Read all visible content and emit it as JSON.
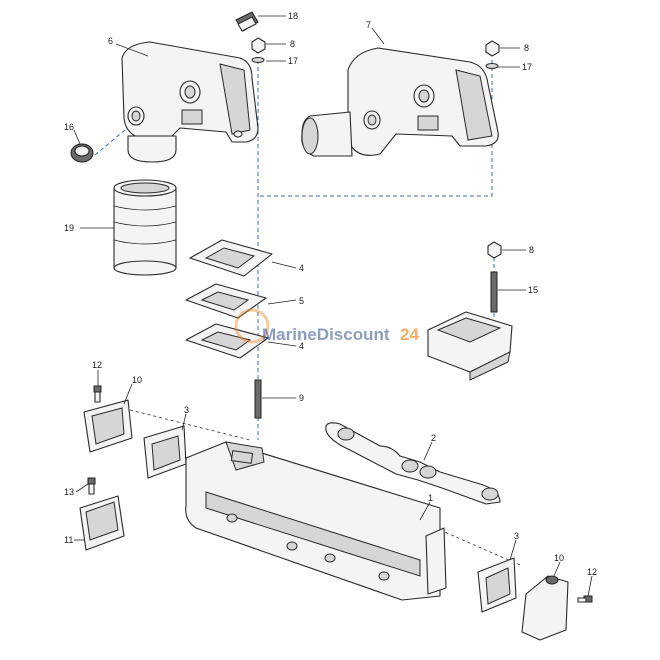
{
  "watermark": {
    "brand": "MarineDiscount",
    "suffix": "24"
  },
  "callouts": [
    {
      "id": "c18",
      "label": "18"
    },
    {
      "id": "c8a",
      "label": "8"
    },
    {
      "id": "c17a",
      "label": "17"
    },
    {
      "id": "c6",
      "label": "6"
    },
    {
      "id": "c7",
      "label": "7"
    },
    {
      "id": "c8b",
      "label": "8"
    },
    {
      "id": "c17b",
      "label": "17"
    },
    {
      "id": "c16",
      "label": "16"
    },
    {
      "id": "c19",
      "label": "19"
    },
    {
      "id": "c4a",
      "label": "4"
    },
    {
      "id": "c5",
      "label": "5"
    },
    {
      "id": "c4b",
      "label": "4"
    },
    {
      "id": "c8c",
      "label": "8"
    },
    {
      "id": "c15",
      "label": "15"
    },
    {
      "id": "c9",
      "label": "9"
    },
    {
      "id": "c12a",
      "label": "12"
    },
    {
      "id": "c10a",
      "label": "10"
    },
    {
      "id": "c3a",
      "label": "3"
    },
    {
      "id": "c2",
      "label": "2"
    },
    {
      "id": "c1",
      "label": "1"
    },
    {
      "id": "c13",
      "label": "13"
    },
    {
      "id": "c11",
      "label": "11"
    },
    {
      "id": "c3b",
      "label": "3"
    },
    {
      "id": "c10b",
      "label": "10"
    },
    {
      "id": "c12b",
      "label": "12"
    }
  ],
  "colors": {
    "dash_blue": "#3a6fb0",
    "line": "#2a2a2a",
    "fill": "#f4f4f4",
    "watermark_orange": "#f08a24"
  }
}
